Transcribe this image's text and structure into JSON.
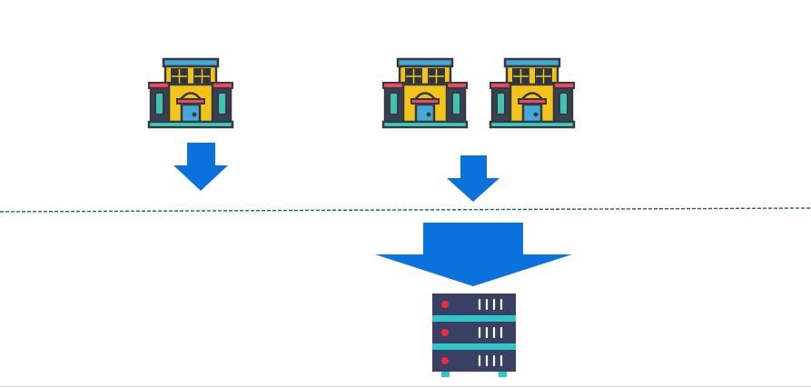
{
  "diagram": {
    "nodes": [
      {
        "id": "store-a",
        "icon": "storefront-icon"
      },
      {
        "id": "store-b",
        "icon": "storefront-icon"
      },
      {
        "id": "store-c",
        "icon": "storefront-icon"
      },
      {
        "id": "server",
        "icon": "server-rack-icon"
      }
    ],
    "edges": [
      {
        "from": "store-a",
        "to": "boundary"
      },
      {
        "from": "store-b",
        "to": "boundary"
      },
      {
        "from": "store-c",
        "to": "boundary"
      },
      {
        "from": "boundary",
        "to": "server"
      }
    ],
    "boundary_style": "dashed"
  },
  "colors": {
    "arrow": "#0b72dd",
    "boundary": "#1f5a8c",
    "roof": "#45a9d8",
    "building_body": "#f3c319",
    "building_outline": "#333a44",
    "awning": "#f0475b",
    "window": "#3fc2b2",
    "base": "#38d3c2",
    "server_body": "#3a4064",
    "server_band": "#2ec6c8",
    "server_led": "#f02a3a"
  }
}
